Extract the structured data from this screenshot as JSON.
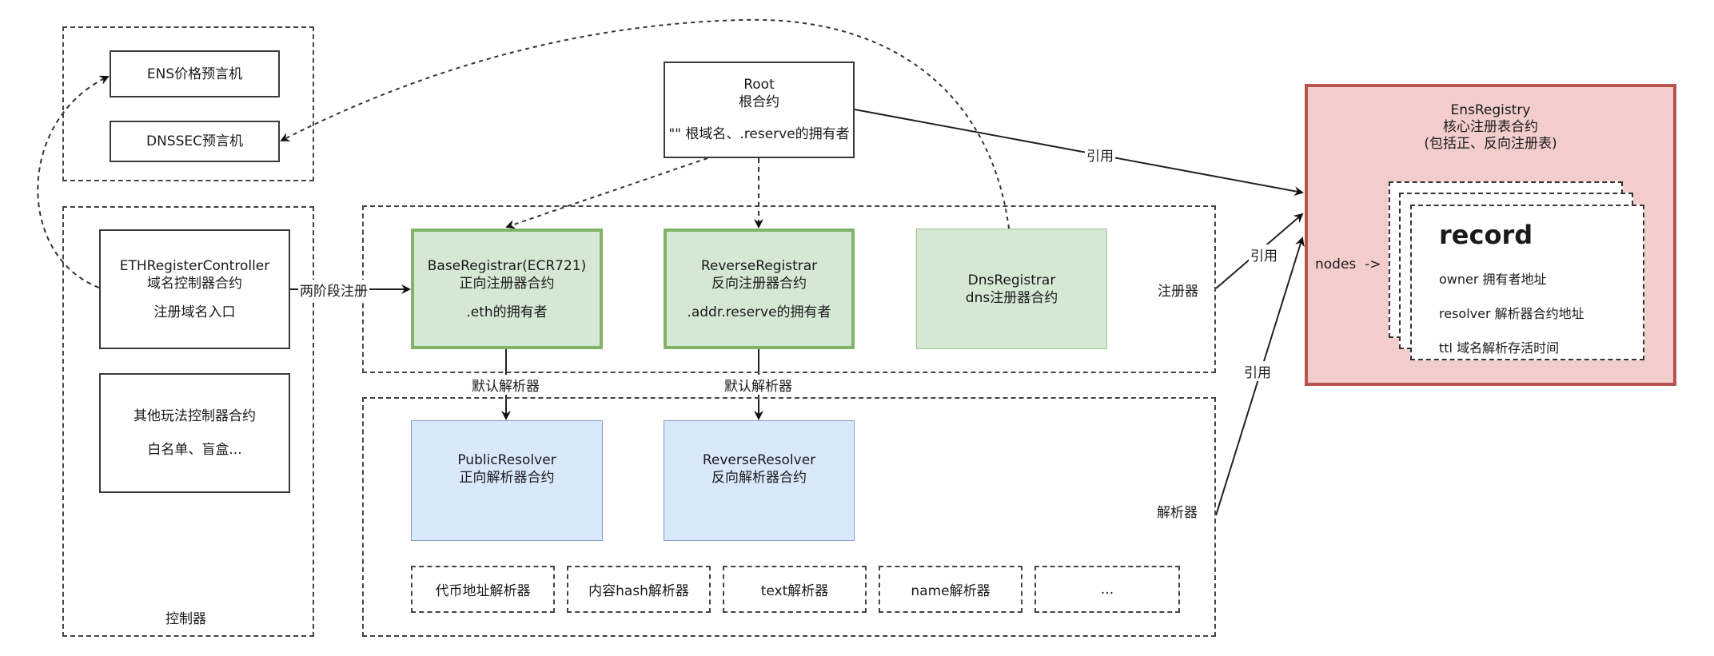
{
  "oracles": {
    "ens_price_oracle": "ENS价格预言机",
    "dnssec_oracle": "DNSSEC预言机"
  },
  "controllers": {
    "group_label": "控制器",
    "eth_register_controller": {
      "title": "ETHRegisterController",
      "subtitle": "域名控制器合约",
      "note": "注册域名入口"
    },
    "other_controllers": {
      "title": "其他玩法控制器合约",
      "note": "白名单、盲盒..."
    }
  },
  "root": {
    "title": "Root",
    "subtitle": "根合约",
    "note": "\"\" 根域名、.reserve的拥有者"
  },
  "registrars": {
    "group_label": "注册器",
    "base_registrar": {
      "title": "BaseRegistrar(ECR721)",
      "subtitle": "正向注册器合约",
      "note": ".eth的拥有者"
    },
    "reverse_registrar": {
      "title": "ReverseRegistrar",
      "subtitle": "反向注册器合约",
      "note": ".addr.reserve的拥有者"
    },
    "dns_registrar": {
      "title": "DnsRegistrar",
      "subtitle": "dns注册器合约"
    }
  },
  "resolvers": {
    "group_label": "解析器",
    "public_resolver": {
      "title": "PublicResolver",
      "subtitle": "正向解析器合约"
    },
    "reverse_resolver": {
      "title": "ReverseResolver",
      "subtitle": "反向解析器合约"
    },
    "sub_resolvers": [
      "代币地址解析器",
      "内容hash解析器",
      "text解析器",
      "name解析器",
      "..."
    ]
  },
  "ens_registry": {
    "title": "EnsRegistry",
    "subtitle": "核心注册表合约",
    "note": "(包括正、反向注册表)",
    "nodes_label": "nodes  ->",
    "record": {
      "title": "record",
      "fields": [
        "owner 拥有者地址",
        "resolver 解析器合约地址",
        "ttl 域名解析存活时间"
      ]
    }
  },
  "edges": {
    "two_phase_register": "两阶段注册",
    "default_resolver_1": "默认解析器",
    "default_resolver_2": "默认解析器",
    "reference_root": "引用",
    "reference_registrars": "引用",
    "reference_resolvers": "引用"
  },
  "colors": {
    "registrar_fill": "#d5e8d4",
    "registrar_stroke": "#82b366",
    "resolver_fill": "#dae8fc",
    "resolver_stroke": "#7f9fcf",
    "registry_fill": "#f3cccc",
    "registry_stroke": "#b85450"
  }
}
